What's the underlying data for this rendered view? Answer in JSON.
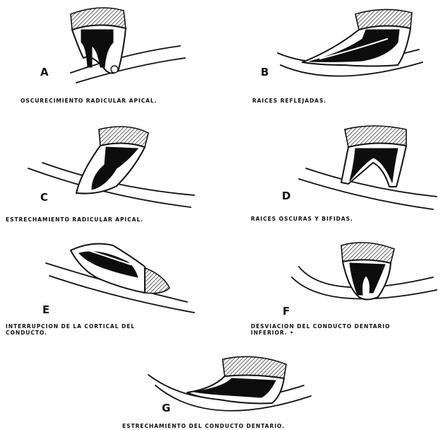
{
  "panels": [
    {
      "letter": "A",
      "caption": "OSCURECIMIENTO RADICULAR APICAL."
    },
    {
      "letter": "B",
      "caption": "RAICES REFLEJADAS."
    },
    {
      "letter": "C",
      "caption": "ESTRECHAMIENTO RADICULAR APICAL."
    },
    {
      "letter": "D",
      "caption": "RAICES OSCURAS Y BIFIDAS."
    },
    {
      "letter": "E",
      "caption": "INTERRUPCION DE LA CORTICAL DEL\nCONDUCTO."
    },
    {
      "letter": "F",
      "caption": "DESVIACION DEL CONDUCTO DENTARIO\nINFERIOR. •"
    },
    {
      "letter": "G",
      "caption": "ESTRECHAMIENTO DEL CONDUCTO DENTARIO."
    }
  ],
  "colors": {
    "ink": "#111111",
    "background": "#ffffff"
  },
  "icons": [
    "tooth-drawing",
    "mandibular-canal-lines"
  ]
}
